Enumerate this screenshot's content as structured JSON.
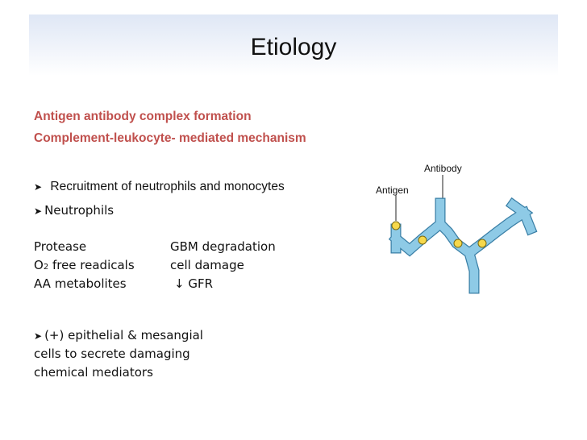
{
  "slide": {
    "title": "Etiology",
    "mechanisms": [
      "Antigen antibody complex formation",
      "Complement-leukocyte- mediated mechanism"
    ],
    "recruitment": "Recruitment of neutrophils and monocytes",
    "neutrophils": "Neutrophils",
    "effects": [
      {
        "cause": "Protease",
        "effect": "GBM degradation"
      },
      {
        "cause_main": "O",
        "cause_sub": "2",
        "cause_rest": " free readicals",
        "effect": "cell damage"
      },
      {
        "cause": "AA metabolites",
        "effect": "↓ GFR"
      }
    ],
    "epithelial": {
      "line1": "(+) epithelial & mesangial",
      "line2": "cells to secrete damaging",
      "line3": "chemical mediators"
    }
  },
  "diagram": {
    "antibody_label": "Antibody",
    "antigen_label": "Antigen"
  },
  "colors": {
    "accent_red": "#c0504d",
    "antibody_fill": "#8ecae6",
    "antigen_fill": "#f6d84c"
  }
}
